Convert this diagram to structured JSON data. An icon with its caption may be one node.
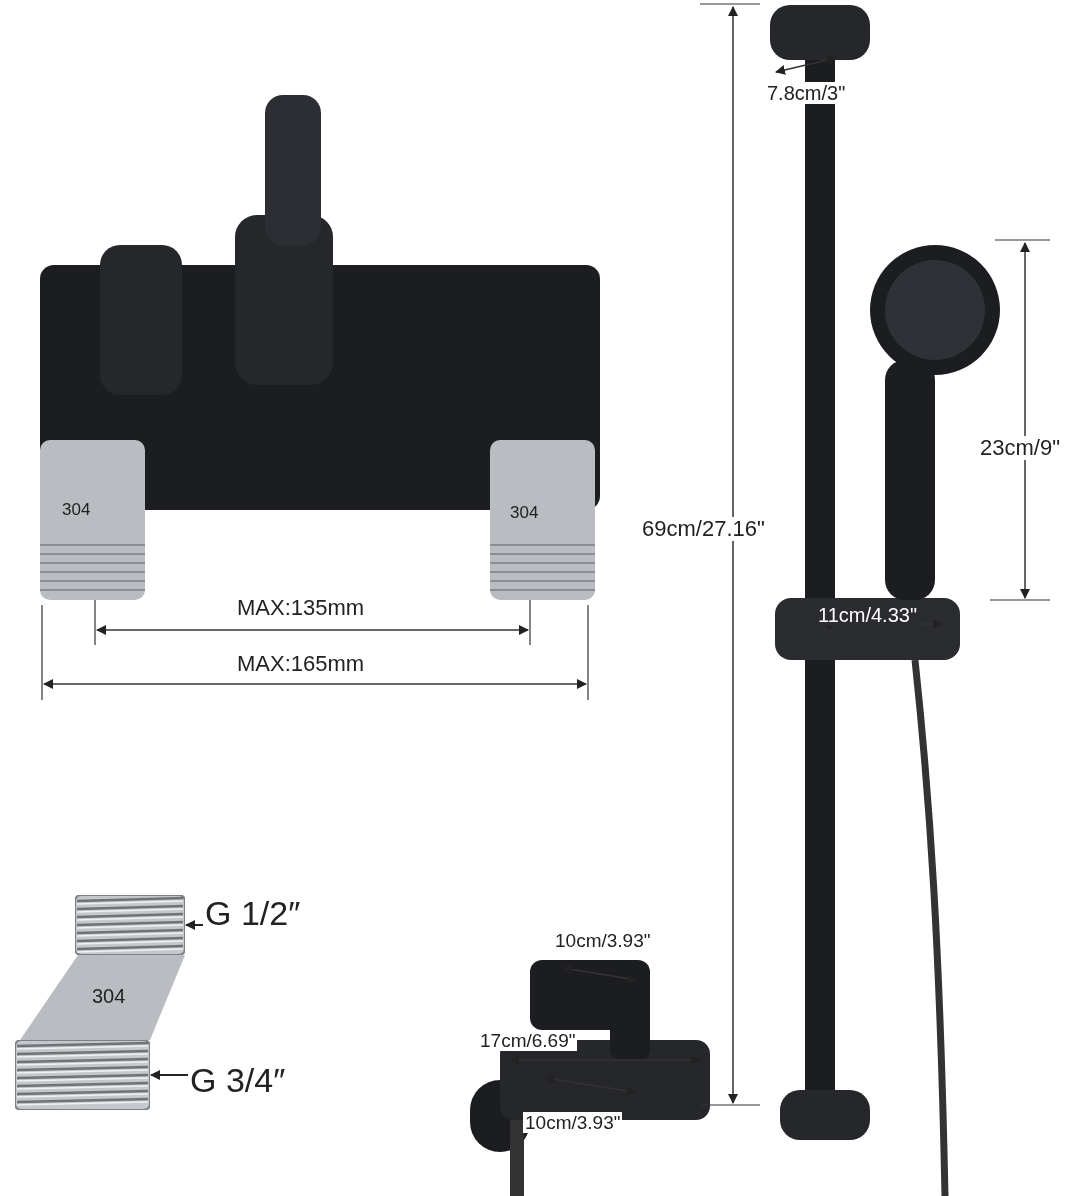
{
  "diagram": {
    "nodes": [
      {
        "text": [
          "G 1/2″"
        ]
      },
      {
        "text": [],
        "shape": "picture"
      },
      {
        "text": [
          "G 3/4″"
        ]
      },
      {
        "text": [],
        "shape": "picture"
      }
    ],
    "edges": [
      {
        "from": 0,
        "to": 1,
        "arrow": "to"
      },
      {
        "from": 2,
        "to": 3,
        "arrow": "to"
      }
    ],
    "labels": [
      "7.8cm/3\"",
      "69cm/27.16\"",
      "23cm/9\"",
      "304",
      "304",
      "MAX:135mm",
      "MAX:165mm",
      "11cm/4.33\"",
      "304",
      "10cm/3.93\"",
      "17cm/6.69\"",
      "10cm/3.93\""
    ]
  }
}
